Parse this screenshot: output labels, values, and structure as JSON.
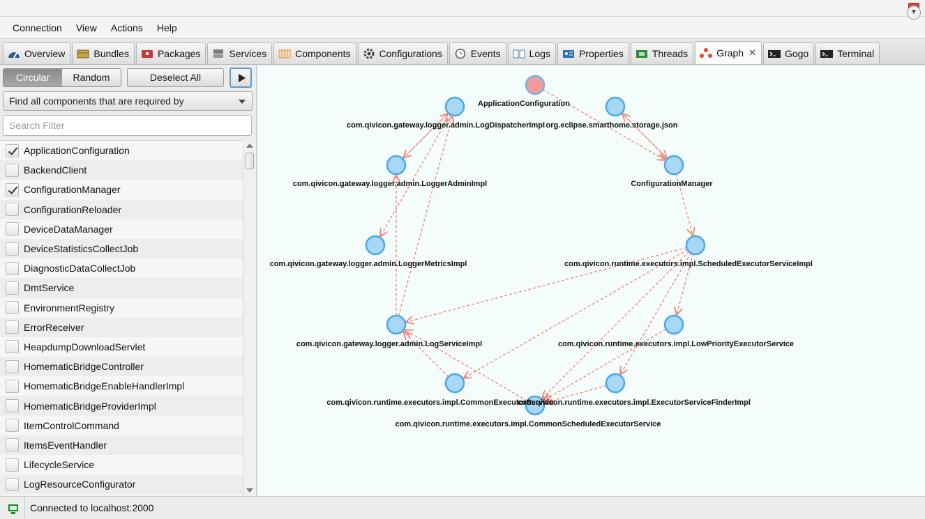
{
  "window": {
    "close_icon": "close-icon"
  },
  "menu": [
    "Connection",
    "View",
    "Actions",
    "Help"
  ],
  "tabs": [
    {
      "label": "Overview",
      "icon": "speedometer-icon",
      "color": "#2d5e8e"
    },
    {
      "label": "Bundles",
      "icon": "box-icon",
      "color": "#c8a34a"
    },
    {
      "label": "Packages",
      "icon": "package-icon",
      "color": "#c23b3b"
    },
    {
      "label": "Services",
      "icon": "server-icon",
      "color": "#7a7a7a"
    },
    {
      "label": "Components",
      "icon": "grid-icon",
      "color": "#e08a3a"
    },
    {
      "label": "Configurations",
      "icon": "gear-icon",
      "color": "#444444"
    },
    {
      "label": "Events",
      "icon": "clock-icon",
      "color": "#555555"
    },
    {
      "label": "Logs",
      "icon": "book-icon",
      "color": "#4a86c5"
    },
    {
      "label": "Properties",
      "icon": "id-card-icon",
      "color": "#2f6fb5"
    },
    {
      "label": "Threads",
      "icon": "chip-icon",
      "color": "#2e8b3a"
    },
    {
      "label": "Graph",
      "icon": "graph-icon",
      "color": "#e04a3a",
      "active": true,
      "close": "✕"
    },
    {
      "label": "Gogo",
      "icon": "terminal-icon",
      "color": "#222222"
    },
    {
      "label": "Terminal",
      "icon": "terminal-icon",
      "color": "#222222"
    }
  ],
  "controls": {
    "circular": "Circular",
    "random": "Random",
    "deselect": "Deselect All",
    "mode": "Find all components that are required by",
    "search_placeholder": "Search Filter"
  },
  "components": [
    {
      "label": "ApplicationConfiguration",
      "checked": true
    },
    {
      "label": "BackendClient",
      "checked": false
    },
    {
      "label": "ConfigurationManager",
      "checked": true
    },
    {
      "label": "ConfigurationReloader",
      "checked": false
    },
    {
      "label": "DeviceDataManager",
      "checked": false
    },
    {
      "label": "DeviceStatisticsCollectJob",
      "checked": false
    },
    {
      "label": "DiagnosticDataCollectJob",
      "checked": false
    },
    {
      "label": "DmtService",
      "checked": false
    },
    {
      "label": "EnvironmentRegistry",
      "checked": false
    },
    {
      "label": "ErrorReceiver",
      "checked": false
    },
    {
      "label": "HeapdumpDownloadServlet",
      "checked": false
    },
    {
      "label": "HomematicBridgeController",
      "checked": false
    },
    {
      "label": "HomematicBridgeEnableHandlerImpl",
      "checked": false
    },
    {
      "label": "HomematicBridgeProviderImpl",
      "checked": false
    },
    {
      "label": "ItemControlCommand",
      "checked": false
    },
    {
      "label": "ItemsEventHandler",
      "checked": false
    },
    {
      "label": "LifecycleService",
      "checked": false
    },
    {
      "label": "LogResourceConfigurator",
      "checked": false
    }
  ],
  "graph": {
    "colors": {
      "node": "#a8d8f8",
      "node_stroke": "#4da7e8",
      "root": "#f29a9c",
      "edge": "#f08070"
    },
    "nodes": [
      {
        "id": "appcfg",
        "label": "ApplicationConfiguration",
        "root": true
      },
      {
        "id": "storage",
        "label": "org.eclipse.smarthome.storage.json"
      },
      {
        "id": "cfgmgr",
        "label": "ConfigurationManager"
      },
      {
        "id": "sched",
        "label": "com.qivicon.runtime.executors.impl.ScheduledExecutorServiceImpl"
      },
      {
        "id": "lowprio",
        "label": "com.qivicon.runtime.executors.impl.LowPriorityExecutorService"
      },
      {
        "id": "finder",
        "label": "com.qivicon.runtime.executors.impl.ExecutorServiceFinderImpl"
      },
      {
        "id": "commonsched",
        "label": "com.qivicon.runtime.executors.impl.CommonScheduledExecutorService"
      },
      {
        "id": "commonexec",
        "label": "com.qivicon.runtime.executors.impl.CommonExecutorService"
      },
      {
        "id": "logsvc",
        "label": "com.qivicon.gateway.logger.admin.LogServiceImpl"
      },
      {
        "id": "metrics",
        "label": "com.qivicon.gateway.logger.admin.LoggerMetricsImpl"
      },
      {
        "id": "adminimpl",
        "label": "com.qivicon.gateway.logger.admin.LoggerAdminImpl"
      },
      {
        "id": "dispatcher",
        "label": "com.qivicon.gateway.logger.admin.LogDispatcherImpl"
      }
    ],
    "edges": [
      [
        "appcfg",
        "cfgmgr"
      ],
      [
        "cfgmgr",
        "storage"
      ],
      [
        "storage",
        "cfgmgr"
      ],
      [
        "cfgmgr",
        "sched"
      ],
      [
        "sched",
        "lowprio"
      ],
      [
        "sched",
        "finder"
      ],
      [
        "sched",
        "commonsched"
      ],
      [
        "sched",
        "commonexec"
      ],
      [
        "sched",
        "logsvc"
      ],
      [
        "finder",
        "commonsched"
      ],
      [
        "lowprio",
        "commonsched"
      ],
      [
        "commonsched",
        "logsvc"
      ],
      [
        "commonexec",
        "logsvc"
      ],
      [
        "logsvc",
        "adminimpl"
      ],
      [
        "logsvc",
        "dispatcher"
      ],
      [
        "adminimpl",
        "dispatcher"
      ],
      [
        "dispatcher",
        "adminimpl"
      ],
      [
        "dispatcher",
        "metrics"
      ]
    ]
  },
  "status": {
    "text": "Connected to localhost:2000",
    "icon": "monitor-icon"
  }
}
